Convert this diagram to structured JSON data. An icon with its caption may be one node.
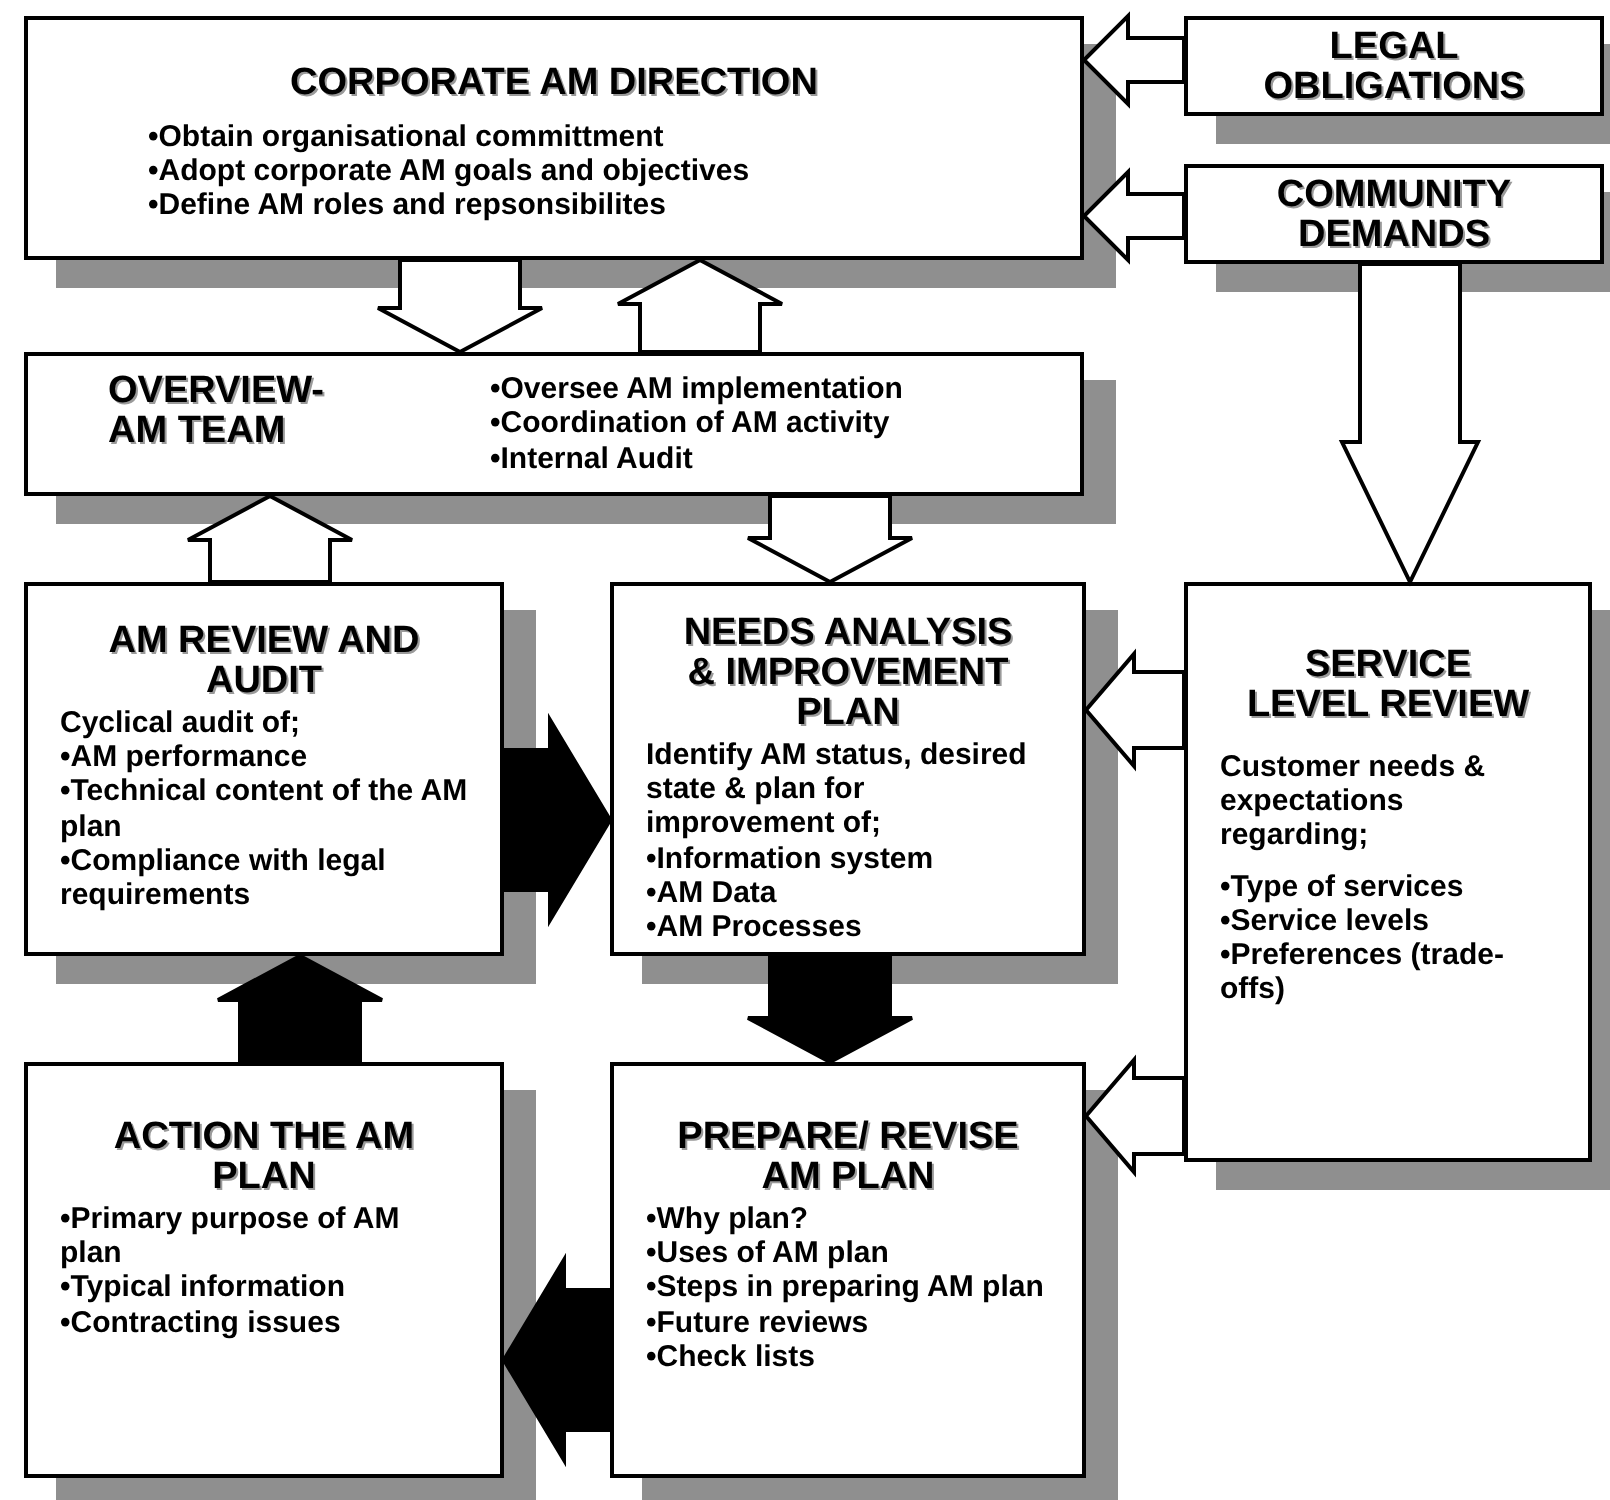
{
  "diagram": {
    "nodes": [
      {
        "text": [
          "CORPORATE AM DIRECTION",
          "•Obtain organisational committment",
          "•Adopt corporate AM goals and objectives",
          "•Define AM roles and repsonsibilites"
        ]
      },
      {
        "text": [
          "LEGAL OBLIGATIONS"
        ]
      },
      {
        "text": [
          "COMMUNITY DEMANDS"
        ]
      },
      {
        "text": [
          "OVERVIEW- AM TEAM",
          "•Oversee AM implementation",
          "•Coordination of AM activity",
          "•Internal Audit"
        ]
      },
      {
        "text": [
          "AM REVIEW AND AUDIT",
          "Cyclical audit of;",
          "•AM performance",
          "•Technical content of the AM plan",
          "•Compliance with legal requirements"
        ]
      },
      {
        "text": [
          "NEEDS ANALYSIS & IMPROVEMENT PLAN",
          "Identify AM status, desired state & plan for improvement of;",
          "•Information system",
          "•AM Data",
          "•AM Processes"
        ]
      },
      {
        "text": [
          "SERVICE LEVEL REVIEW",
          "Customer needs & expectations regarding;",
          "•Type of services",
          "•Service levels",
          "•Preferences (trade-offs)"
        ]
      },
      {
        "text": [
          "ACTION THE AM PLAN",
          "•Primary purpose of AM plan",
          "•Typical information",
          "•Contracting issues"
        ]
      },
      {
        "text": [
          "PREPARE/ REVISE AM PLAN",
          "•Why plan?",
          "•Uses of AM plan",
          "•Steps in preparing AM plan",
          "•Future reviews",
          "•Check lists"
        ]
      }
    ],
    "edges": [
      {
        "from": 1,
        "to": 0,
        "arrow": "to"
      },
      {
        "from": 2,
        "to": 0,
        "arrow": "to"
      },
      {
        "from": 0,
        "to": 3,
        "arrow": "to"
      },
      {
        "from": 3,
        "to": 0,
        "arrow": "to"
      },
      {
        "from": 2,
        "to": 6,
        "arrow": "to"
      },
      {
        "from": 4,
        "to": 3,
        "arrow": "to"
      },
      {
        "from": 3,
        "to": 5,
        "arrow": "to"
      },
      {
        "from": 4,
        "to": 5,
        "arrow": "to",
        "style": "thick"
      },
      {
        "from": 6,
        "to": 5,
        "arrow": "to"
      },
      {
        "from": 5,
        "to": 8,
        "arrow": "to",
        "style": "thick"
      },
      {
        "from": 6,
        "to": 8,
        "arrow": "to"
      },
      {
        "from": 8,
        "to": 7,
        "arrow": "to",
        "style": "thick"
      },
      {
        "from": 7,
        "to": 4,
        "arrow": "to",
        "style": "thick"
      }
    ]
  }
}
